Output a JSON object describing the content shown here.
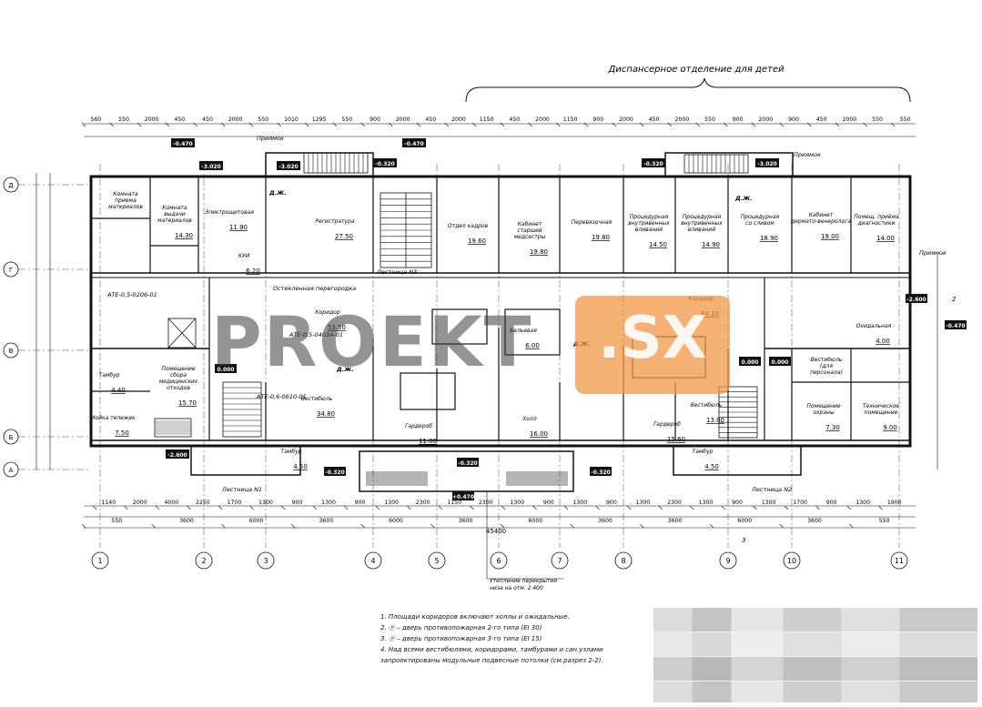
{
  "title": "Диспансерное отделение для детей",
  "watermark": {
    "text": "PROEKT",
    "suffix": ".SX",
    "badge_color": "#F29646"
  },
  "axes_x": [
    "1",
    "2",
    "3",
    "4",
    "5",
    "6",
    "7",
    "8",
    "9",
    "10",
    "11"
  ],
  "axes_y": [
    "Д",
    "Г",
    "В",
    "Б",
    "А"
  ],
  "dim_top_1": [
    "560",
    "550",
    "2000",
    "450",
    "450",
    "2000",
    "550",
    "1010",
    "1295",
    "550",
    "900",
    "2000",
    "450",
    "2000",
    "1150",
    "450",
    "2000",
    "1150",
    "900",
    "2000",
    "450",
    "2000",
    "550",
    "900",
    "2000",
    "900",
    "450",
    "2000",
    "550",
    "550"
  ],
  "dim_bottom_1": [
    "1140",
    "2000",
    "4000",
    "2250",
    "1700",
    "1300",
    "900",
    "1300",
    "900",
    "1300",
    "2300",
    "1150",
    "2300",
    "1300",
    "900",
    "1300",
    "900",
    "1300",
    "2300",
    "1300",
    "900",
    "1300",
    "1700",
    "900",
    "1300",
    "1900"
  ],
  "dim_bottom_2": [
    "550",
    "3600",
    "6000",
    "3600",
    "6000",
    "3600",
    "6000",
    "3600",
    "3600",
    "6000",
    "3600",
    "550"
  ],
  "dim_total": "45400",
  "rooms": [
    {
      "name": "Комната приема материалов",
      "area": ""
    },
    {
      "name": "Комната выдачи материалов",
      "area": "14.30"
    },
    {
      "name": "Электрощитовая",
      "area": "11.90"
    },
    {
      "name": "Регистратура",
      "area": "27.50"
    },
    {
      "name": "Отдел кадров",
      "area": "19.60"
    },
    {
      "name": "Кабинет старшей медсестры",
      "area": "19.80"
    },
    {
      "name": "Перевязочная",
      "area": "19.80"
    },
    {
      "name": "Процедурная внутривенных вливаний",
      "area": "14.50"
    },
    {
      "name": "Процедурная внутривенных вливаний",
      "area": "14.90"
    },
    {
      "name": "Процедурная со сливом",
      "area": "18.90"
    },
    {
      "name": "Кабинет дермато-венеролога",
      "area": "19.00"
    },
    {
      "name": "Помещ. приёма диагностики",
      "area": "14.00"
    },
    {
      "name": "Коридор",
      "area": "53.50"
    },
    {
      "name": "Коридор",
      "area": "84.10"
    },
    {
      "name": "Бельевая",
      "area": "6.00"
    },
    {
      "name": "Вестибюль",
      "area": "34.80"
    },
    {
      "name": "Гардероб",
      "area": "11.00"
    },
    {
      "name": "Холл",
      "area": "16.00"
    },
    {
      "name": "Вестибюль",
      "area": "13.00"
    },
    {
      "name": "Гардероб",
      "area": "15.60"
    },
    {
      "name": "Помещение сбора медицинских отходов",
      "area": "15.70"
    },
    {
      "name": "Тамбур",
      "area": "4.40"
    },
    {
      "name": "Мойка тележек",
      "area": "7.50"
    },
    {
      "name": "Тамбур",
      "area": "4.50"
    },
    {
      "name": "Тамбур",
      "area": "4.50"
    },
    {
      "name": "Помещение охраны",
      "area": "7.30"
    },
    {
      "name": "Техническое помещение",
      "area": "9.00"
    },
    {
      "name": "Вестибюль (для персонала)",
      "area": ""
    },
    {
      "name": "Охидальная",
      "area": "4.00"
    },
    {
      "name": "КУИ",
      "area": "6.20"
    }
  ],
  "labels": {
    "stair1": "Лестница N1",
    "stair2": "Лестница N2",
    "stair3": "Лестница N3",
    "pit1": "Приямок",
    "pit2": "Приямок",
    "pit3": "Приямок",
    "mark1": "-0.470",
    "mark2": "-3.020",
    "mark3": "-0.320",
    "mark4": "0.000",
    "mark5": "-2.600",
    "mark6": "-0.470",
    "mark7": "+0.470",
    "partition": "Остекленная перегородка",
    "ins_note_1": "Утепление перекрытия",
    "ins_note_2": "низа на отм. 2.400",
    "section": "3",
    "section2": "2",
    "ate1": "АТЕ-0,5-0206-01",
    "ate2": "АТЕ-0,5-0403А-01",
    "ate3": "АТЕ-0,6-0610-01",
    "dzh": "Д.Ж."
  },
  "notes": [
    "1.  Площади коридоров включают холлы и ожидальные.",
    "2.  ⓟ –  дверь противопожарная 2-го типа (EI 30)",
    "3.  ⓟ –  дверь противопожарная 3-го типа (EI 15)",
    "4.  Над всеми вестибюлями, коридорами, тамбурами и сан.узлами",
    "запроектированы модульные подвесные потолки (см.разрез 2-2)."
  ]
}
